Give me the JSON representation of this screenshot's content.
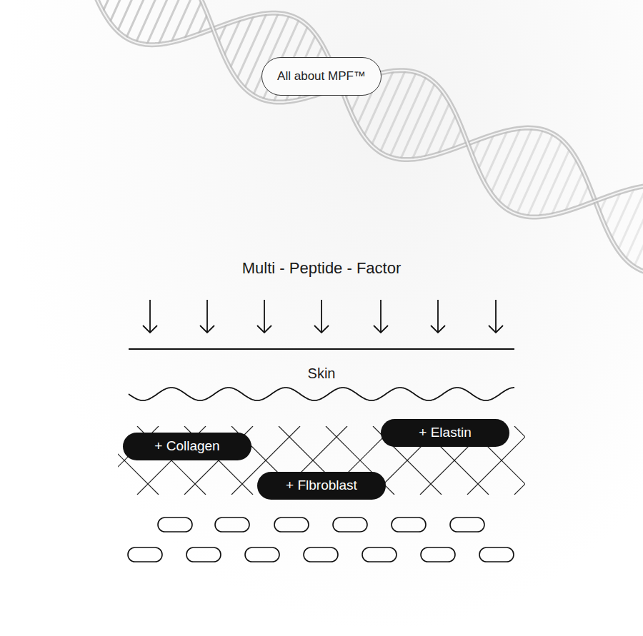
{
  "diagram": {
    "nodes": [
      {
        "text": [
          "All about MPF™"
        ]
      },
      {
        "text": [
          "+ Collagen"
        ]
      },
      {
        "text": [
          "+ Elastin"
        ]
      },
      {
        "text": [
          "+ Flbroblast"
        ]
      }
    ],
    "labels": [
      "Multi - Peptide - Factor",
      "Skin"
    ]
  }
}
